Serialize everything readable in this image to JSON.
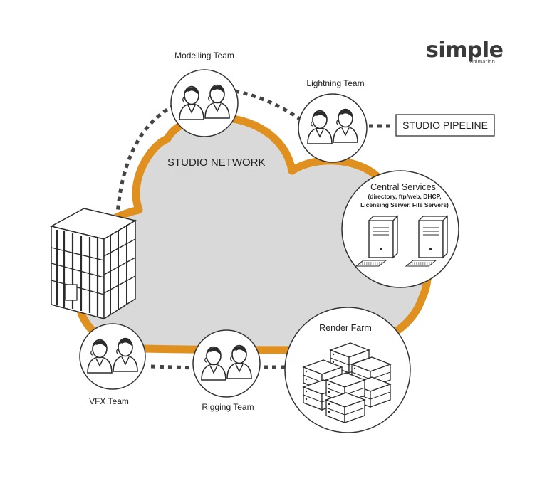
{
  "logo": {
    "wordmark": "simple",
    "tagline": "animation"
  },
  "network": {
    "label": "STUDIO NETWORK"
  },
  "pipeline": {
    "label": "STUDIO PIPELINE"
  },
  "teams": {
    "modelling": "Modelling Team",
    "lightning": "Lightning Team",
    "vfx": "VFX Team",
    "rigging": "Rigging Team"
  },
  "central_services": {
    "title": "Central Services",
    "detail_line1": "(directory, ftp/web, DHCP,",
    "detail_line2": "Licensing Server, File Servers)"
  },
  "render_farm": {
    "title": "Render Farm"
  },
  "colors": {
    "cloud_fill": "#d9d9d9",
    "cloud_outline": "#e0901f",
    "link_dots": "#444444",
    "node_stroke": "#333333"
  }
}
